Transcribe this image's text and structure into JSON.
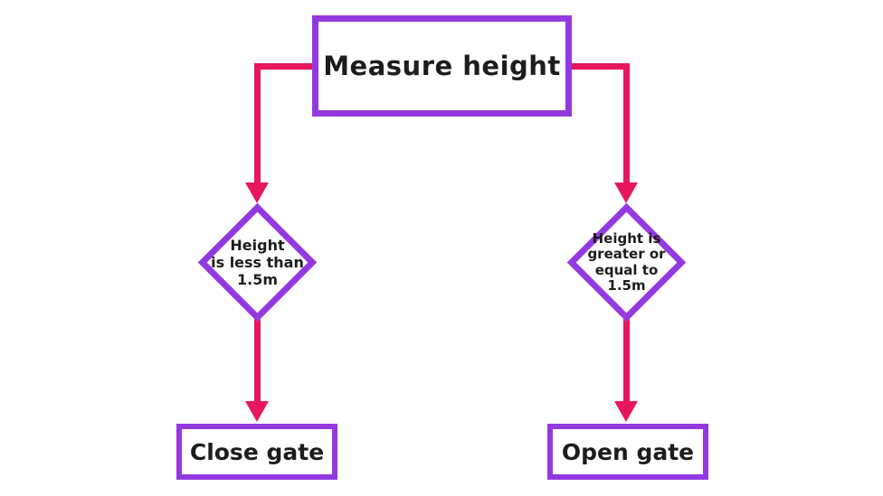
{
  "colors": {
    "background": "#ffffff",
    "node_border_purple": "#9439DF",
    "arrow_pink": "#E6175C",
    "text": "#1d1d1b"
  },
  "flowchart": {
    "start": {
      "label": "Measure height"
    },
    "branch_left": {
      "condition": {
        "line1": "Height",
        "line2": "is less than",
        "line3": "1.5m"
      },
      "outcome": {
        "label": "Close gate"
      }
    },
    "branch_right": {
      "condition": {
        "line1": "Height is",
        "line2": "greater or",
        "line3": "equal to",
        "line4": "1.5m"
      },
      "outcome": {
        "label": "Open gate"
      }
    }
  }
}
